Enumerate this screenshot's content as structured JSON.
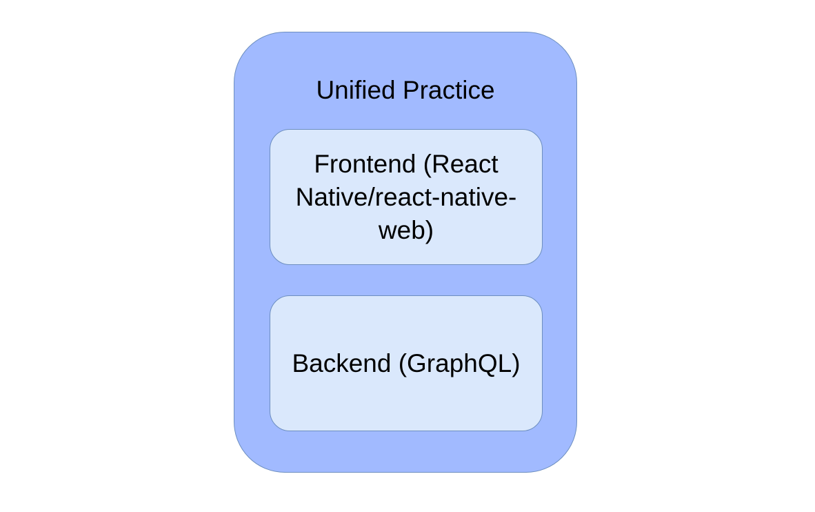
{
  "diagram": {
    "container": {
      "title": "Unified Practice",
      "fill": "#a1baff",
      "stroke": "#6c8ebf"
    },
    "boxes": [
      {
        "label_lines": [
          "Frontend (React",
          "Native/react-native-",
          "web)"
        ],
        "fill": "#dae8fc",
        "stroke": "#6c8ebf"
      },
      {
        "label_lines": [
          "Backend (GraphQL)"
        ],
        "fill": "#dae8fc",
        "stroke": "#6c8ebf"
      }
    ]
  }
}
